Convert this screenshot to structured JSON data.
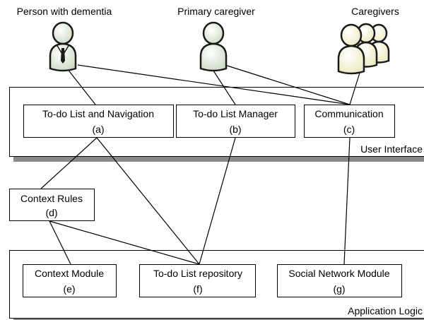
{
  "actors": {
    "person_with_dementia": "Person with dementia",
    "primary_caregiver": "Primary caregiver",
    "caregivers": "Caregivers"
  },
  "layers": {
    "user_interface": "User Interface",
    "application_logic": "Application Logic"
  },
  "components": {
    "todo_nav": {
      "name": "To-do List and Navigation",
      "tag": "(a)"
    },
    "todo_manager": {
      "name": "To-do List Manager",
      "tag": "(b)"
    },
    "communication": {
      "name": "Communication",
      "tag": "(c)"
    },
    "context_rules": {
      "name": "Context Rules",
      "tag": "(d)"
    },
    "context_module": {
      "name": "Context Module",
      "tag": "(e)"
    },
    "todo_repository": {
      "name": "To-do List repository",
      "tag": "(f)"
    },
    "social_network": {
      "name": "Social Network Module",
      "tag": "(g)"
    }
  },
  "colors": {
    "single_actor_fill": "#dfe9d7",
    "group_actor_fill": "#f2f2cf",
    "actor_outline": "#1a1a1a",
    "layer_shadow": "#8a8a8a"
  }
}
